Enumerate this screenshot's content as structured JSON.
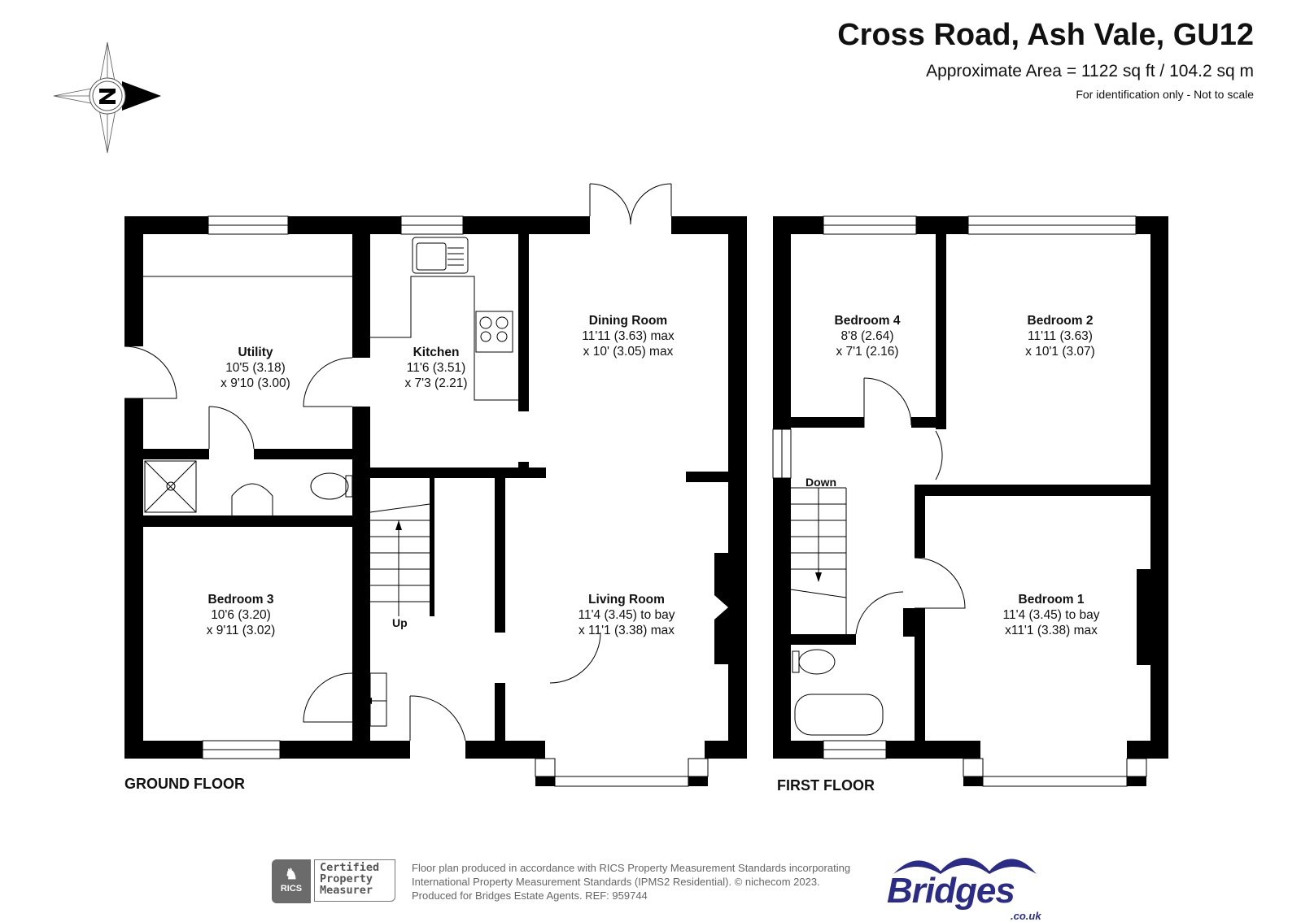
{
  "header": {
    "title": "Cross Road, Ash Vale, GU12",
    "area": "Approximate Area = 1122 sq ft / 104.2 sq m",
    "disclaimer": "For identification only - Not to scale"
  },
  "compass": {
    "icon": "north-arrow-compass-icon",
    "letter": "N"
  },
  "floors": [
    {
      "label": "GROUND FLOOR",
      "stair_label": "Up",
      "rooms": [
        {
          "name": "Utility",
          "dim1": "10'5 (3.18)",
          "dim2": "x 9'10 (3.00)"
        },
        {
          "name": "Kitchen",
          "dim1": "11'6 (3.51)",
          "dim2": "x 7'3 (2.21)"
        },
        {
          "name": "Dining Room",
          "dim1": "11'11 (3.63) max",
          "dim2": "x 10' (3.05) max"
        },
        {
          "name": "Bedroom 3",
          "dim1": "10'6 (3.20)",
          "dim2": "x 9'11 (3.02)"
        },
        {
          "name": "Living Room",
          "dim1": "11'4 (3.45) to bay",
          "dim2": "x 11'1 (3.38) max"
        }
      ]
    },
    {
      "label": "FIRST FLOOR",
      "stair_label": "Down",
      "rooms": [
        {
          "name": "Bedroom 4",
          "dim1": "8'8 (2.64)",
          "dim2": "x 7'1 (2.16)"
        },
        {
          "name": "Bedroom 2",
          "dim1": "11'11 (3.63)",
          "dim2": "x 10'1 (3.07)"
        },
        {
          "name": "Bedroom 1",
          "dim1": "11'4 (3.45) to bay",
          "dim2": "x11'1 (3.38) max"
        }
      ]
    }
  ],
  "footer": {
    "rics_brand": "RICS",
    "rics_badge": [
      "Certified",
      "Property",
      "Measurer"
    ],
    "lines": [
      "Floor plan produced in accordance with RICS Property Measurement Standards incorporating",
      "International Property Measurement Standards (IPMS2 Residential).   © nichecom 2023.",
      "Produced for Bridges Estate Agents.   REF: 959744"
    ],
    "logo_word": "Bridges",
    "logo_domain": ".co.uk",
    "logo_color": "#2b2b88"
  }
}
